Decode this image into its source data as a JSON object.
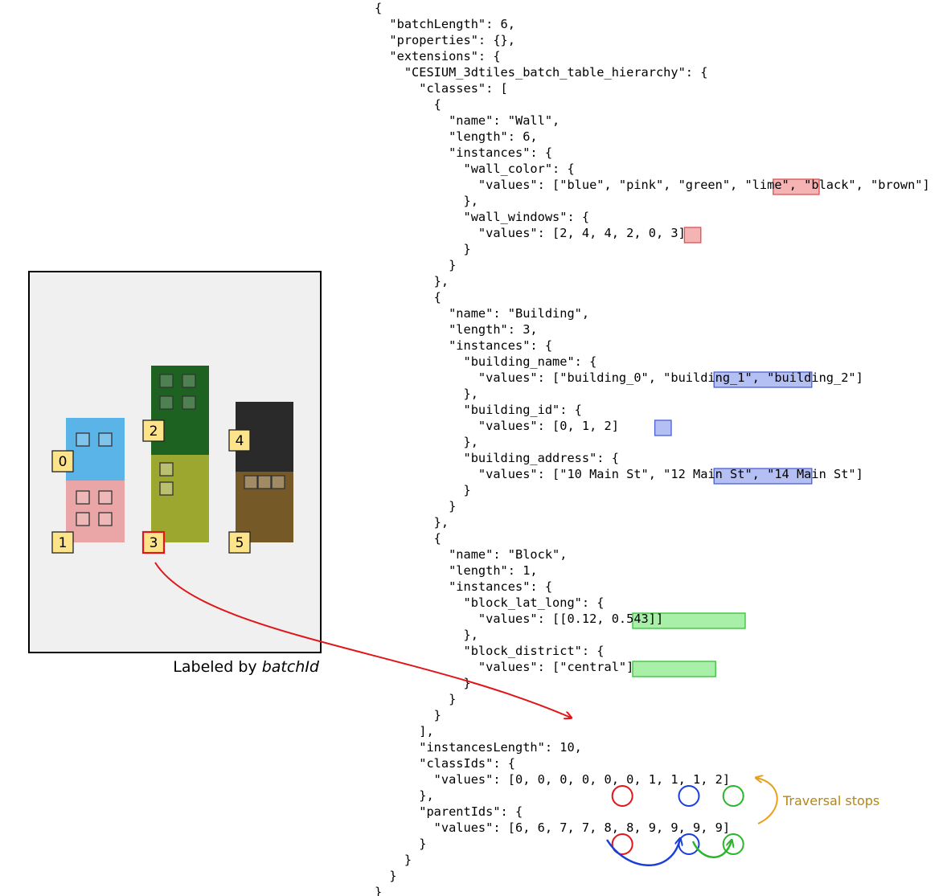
{
  "code_lines": [
    {
      "indent": 0,
      "text": "{"
    },
    {
      "indent": 1,
      "text": "\"batchLength\": 6,"
    },
    {
      "indent": 1,
      "text": "\"properties\": {},"
    },
    {
      "indent": 1,
      "text": "\"extensions\": {"
    },
    {
      "indent": 2,
      "text": "\"CESIUM_3dtiles_batch_table_hierarchy\": {"
    },
    {
      "indent": 3,
      "text": "\"classes\": ["
    },
    {
      "indent": 4,
      "text": "{"
    },
    {
      "indent": 5,
      "text": "\"name\": \"Wall\","
    },
    {
      "indent": 5,
      "text": "\"length\": 6,"
    },
    {
      "indent": 5,
      "text": "\"instances\": {"
    },
    {
      "indent": 6,
      "text": "\"wall_color\": {"
    },
    {
      "indent": 7,
      "text": "\"values\": [\"blue\", \"pink\", \"green\", \"lime\", \"black\", \"brown\"]"
    },
    {
      "indent": 6,
      "text": "},"
    },
    {
      "indent": 6,
      "text": "\"wall_windows\": {"
    },
    {
      "indent": 7,
      "text": "\"values\": [2, 4, 4, 2, 0, 3]"
    },
    {
      "indent": 6,
      "text": "}"
    },
    {
      "indent": 5,
      "text": "}"
    },
    {
      "indent": 4,
      "text": "},"
    },
    {
      "indent": 4,
      "text": "{"
    },
    {
      "indent": 5,
      "text": "\"name\": \"Building\","
    },
    {
      "indent": 5,
      "text": "\"length\": 3,"
    },
    {
      "indent": 5,
      "text": "\"instances\": {"
    },
    {
      "indent": 6,
      "text": "\"building_name\": {"
    },
    {
      "indent": 7,
      "text": "\"values\": [\"building_0\", \"building_1\", \"building_2\"]"
    },
    {
      "indent": 6,
      "text": "},"
    },
    {
      "indent": 6,
      "text": "\"building_id\": {"
    },
    {
      "indent": 7,
      "text": "\"values\": [0, 1, 2]"
    },
    {
      "indent": 6,
      "text": "},"
    },
    {
      "indent": 6,
      "text": "\"building_address\": {"
    },
    {
      "indent": 7,
      "text": "\"values\": [\"10 Main St\", \"12 Main St\", \"14 Main St\"]"
    },
    {
      "indent": 6,
      "text": "}"
    },
    {
      "indent": 5,
      "text": "}"
    },
    {
      "indent": 4,
      "text": "},"
    },
    {
      "indent": 4,
      "text": "{"
    },
    {
      "indent": 5,
      "text": "\"name\": \"Block\","
    },
    {
      "indent": 5,
      "text": "\"length\": 1,"
    },
    {
      "indent": 5,
      "text": "\"instances\": {"
    },
    {
      "indent": 6,
      "text": "\"block_lat_long\": {"
    },
    {
      "indent": 7,
      "text": "\"values\": [[0.12, 0.543]]"
    },
    {
      "indent": 6,
      "text": "},"
    },
    {
      "indent": 6,
      "text": "\"block_district\": {"
    },
    {
      "indent": 7,
      "text": "\"values\": [\"central\"]"
    },
    {
      "indent": 6,
      "text": "}"
    },
    {
      "indent": 5,
      "text": "}"
    },
    {
      "indent": 4,
      "text": "}"
    },
    {
      "indent": 3,
      "text": "],"
    },
    {
      "indent": 3,
      "text": "\"instancesLength\": 10,"
    },
    {
      "indent": 3,
      "text": "\"classIds\": {"
    },
    {
      "indent": 4,
      "text": "\"values\": [0, 0, 0, 0, 0, 0, 1, 1, 1, 2]"
    },
    {
      "indent": 3,
      "text": "},"
    },
    {
      "indent": 3,
      "text": "\"parentIds\": {"
    },
    {
      "indent": 4,
      "text": "\"values\": [6, 6, 7, 7, 8, 8, 9, 9, 9, 9]"
    },
    {
      "indent": 3,
      "text": "}"
    },
    {
      "indent": 2,
      "text": "}"
    },
    {
      "indent": 1,
      "text": "}"
    },
    {
      "indent": 0,
      "text": "}"
    }
  ],
  "highlights": [
    {
      "line": 11,
      "start": 40,
      "len": 6,
      "color": "red"
    },
    {
      "line": 14,
      "start": 28,
      "len": 2,
      "color": "red"
    },
    {
      "line": 23,
      "start": 32,
      "len": 13,
      "color": "blue"
    },
    {
      "line": 26,
      "start": 24,
      "len": 2,
      "color": "blue"
    },
    {
      "line": 29,
      "start": 32,
      "len": 13,
      "color": "blue"
    },
    {
      "line": 38,
      "start": 21,
      "len": 15,
      "color": "green"
    },
    {
      "line": 41,
      "start": 21,
      "len": 11,
      "color": "green"
    }
  ],
  "circles": [
    {
      "line": 49,
      "col": 27,
      "color": "#e0161b"
    },
    {
      "line": 49,
      "col": 36,
      "color": "#1a3fd8"
    },
    {
      "line": 49,
      "col": 42,
      "color": "#2ab52a"
    },
    {
      "line": 52,
      "col": 27,
      "color": "#e0161b"
    },
    {
      "line": 52,
      "col": 36,
      "color": "#1a3fd8"
    },
    {
      "line": 52,
      "col": 42,
      "color": "#2ab52a"
    }
  ],
  "building_labels": [
    "0",
    "1",
    "2",
    "3",
    "4",
    "5"
  ],
  "caption_prefix": "Labeled by ",
  "caption_italic": "batchId",
  "traversal_label": "Traversal stops",
  "colors": {
    "wall_blue": "#5ab4e8",
    "wall_pink": "#eaa6a6",
    "wall_green": "#1d6220",
    "wall_lime": "#9ca730",
    "wall_black": "#2a2a2a",
    "wall_brown": "#755a28",
    "label_fill": "#fde48a",
    "highlight_red_fill": "#f5b3b3",
    "highlight_red_stroke": "#e05050",
    "highlight_blue_fill": "#b4c0f4",
    "highlight_blue_stroke": "#4a5ed8",
    "highlight_green_fill": "#a8f0a8",
    "highlight_green_stroke": "#36c036",
    "arrow_red": "#e0161b",
    "arrow_blue": "#1a3fd8",
    "arrow_green": "#2ab52a",
    "traversal_orange": "#e8a01c",
    "traversal_text": "#b8860b",
    "panel_bg": "#f0f0f0"
  }
}
